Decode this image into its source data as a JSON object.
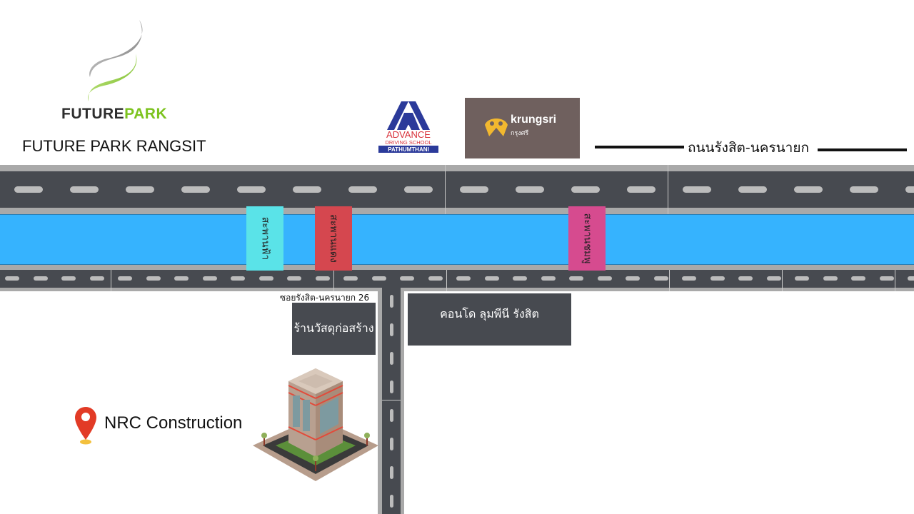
{
  "landmarks": {
    "future_park": {
      "logo_word_part1": "FUTURE",
      "logo_word_part2": "PARK",
      "title": "FUTURE PARK RANGSIT",
      "icon": "future-park-swoosh-logo"
    },
    "advance_driving": {
      "line1": "ADVANCE",
      "line2": "DRIVING SCHOOL",
      "line3": "PATHUMTHANI",
      "icon": "advance-driving-school-logo"
    },
    "krungsri": {
      "name": "krungsri",
      "thai_name": "กรุงศรี",
      "icon": "krungsri-logo"
    }
  },
  "roads": {
    "main_road_name": "ถนนรังสิต-นครนายก",
    "side_road_name": "ซอยรังสิต-นครนายก 26"
  },
  "bridges": [
    {
      "label": "สะพานฟ้า",
      "color": "#5ae3e8"
    },
    {
      "label": "สะพานแดง",
      "color": "#d5474f"
    },
    {
      "label": "สะพานชมพู",
      "color": "#d64b8f"
    }
  ],
  "places": {
    "shop": "ร้านวัสดุก่อสร้าง",
    "condo": "คอนโด ลุมพีนี รังสิต"
  },
  "destination": {
    "label": "NRC Construction",
    "icon": "map-pin-icon",
    "pin_color": "#e23b26"
  },
  "colors": {
    "canal": "#36b3fe",
    "asphalt": "#474a50",
    "curb": "#a9a9a9"
  }
}
